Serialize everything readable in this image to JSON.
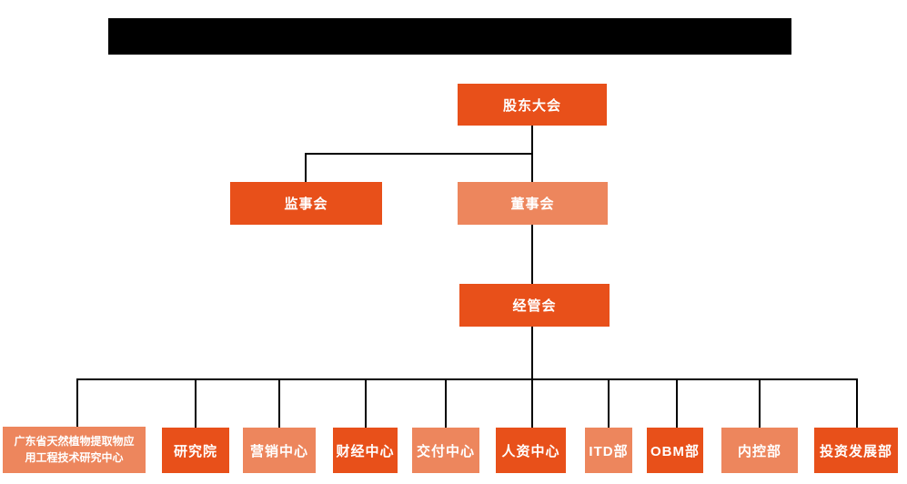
{
  "colors": {
    "primary_orange": "#E8501A",
    "light_orange": "#ED865D",
    "connector_line": "#000000",
    "title_bar": "#000000",
    "node_text": "#FFFFFF",
    "background": "#FFFFFF"
  },
  "org_chart": {
    "level1": {
      "label": "股东大会"
    },
    "level2": [
      {
        "label": "监事会"
      },
      {
        "label": "董事会"
      }
    ],
    "level3": {
      "label": "经管会"
    },
    "departments": [
      {
        "label": "广东省天然植物提取物应\n用工程技术研究中心"
      },
      {
        "label": "研究院"
      },
      {
        "label": "营销中心"
      },
      {
        "label": "财经中心"
      },
      {
        "label": "交付中心"
      },
      {
        "label": "人资中心"
      },
      {
        "label": "ITD部"
      },
      {
        "label": "OBM部"
      },
      {
        "label": "内控部"
      },
      {
        "label": "投资发展部"
      }
    ]
  }
}
